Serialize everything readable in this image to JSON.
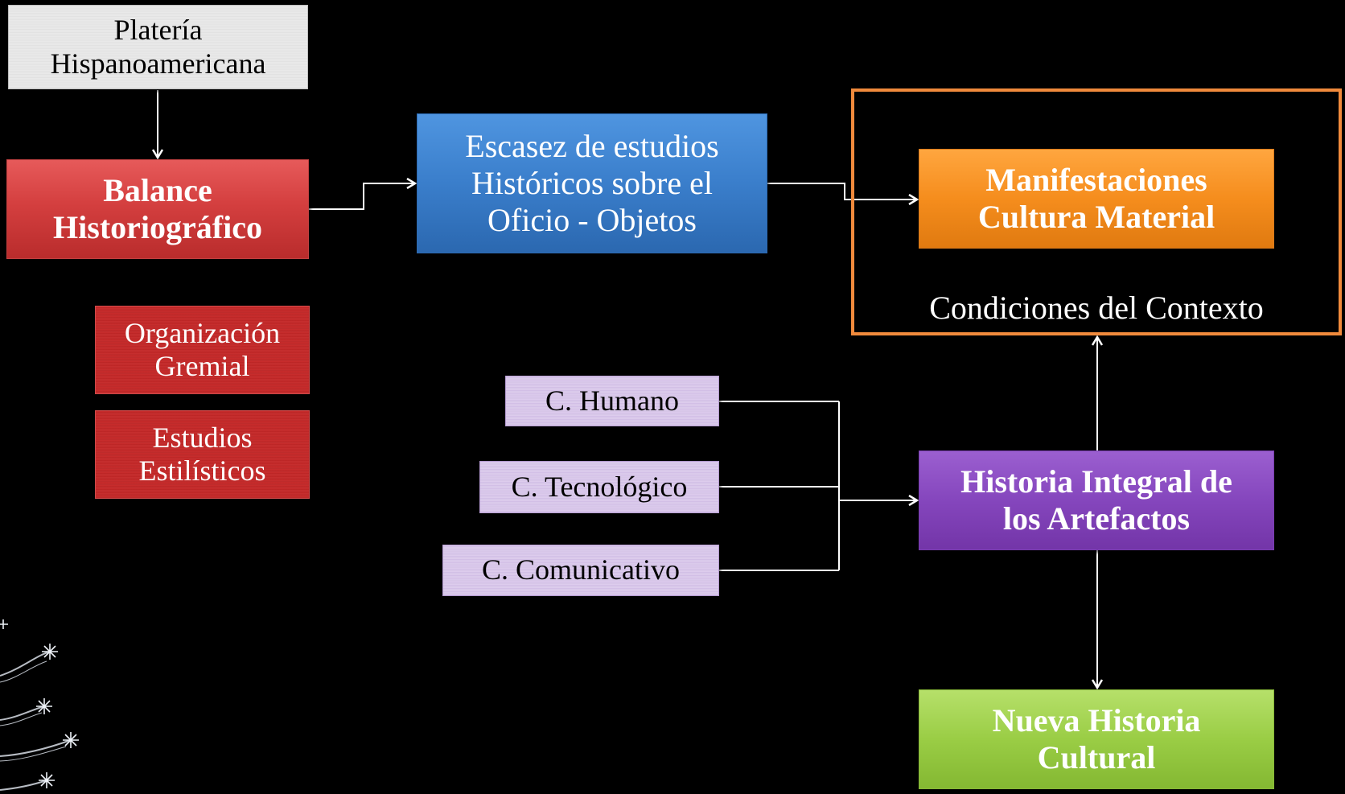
{
  "nodes": {
    "plateria": "Platería\nHispanoamericana",
    "balance": "Balance\nHistoriográfico",
    "escasez": "Escasez de estudios\nHistóricos sobre el\nOficio - Objetos",
    "organizacion": "Organización\nGremial",
    "estudios": "Estudios\nEstilísticos",
    "manifestaciones": "Manifestaciones\nCultura Material",
    "contexto": "Condiciones del Contexto",
    "humano": "C. Humano",
    "tecnologico": "C. Tecnológico",
    "comunicativo": "C. Comunicativo",
    "historia": "Historia Integral de\nlos Artefactos",
    "nueva": "Nueva Historia\nCultural"
  },
  "colors": {
    "background": "#000000",
    "connector": "#ffffff",
    "context_border": "#f08a3c",
    "balance": "#d43f3f",
    "escasez": "#3a7ecb",
    "manifestaciones": "#f58d1d",
    "historia": "#8546bd",
    "nueva": "#9acd45",
    "lavender": "#cdb9e2"
  }
}
